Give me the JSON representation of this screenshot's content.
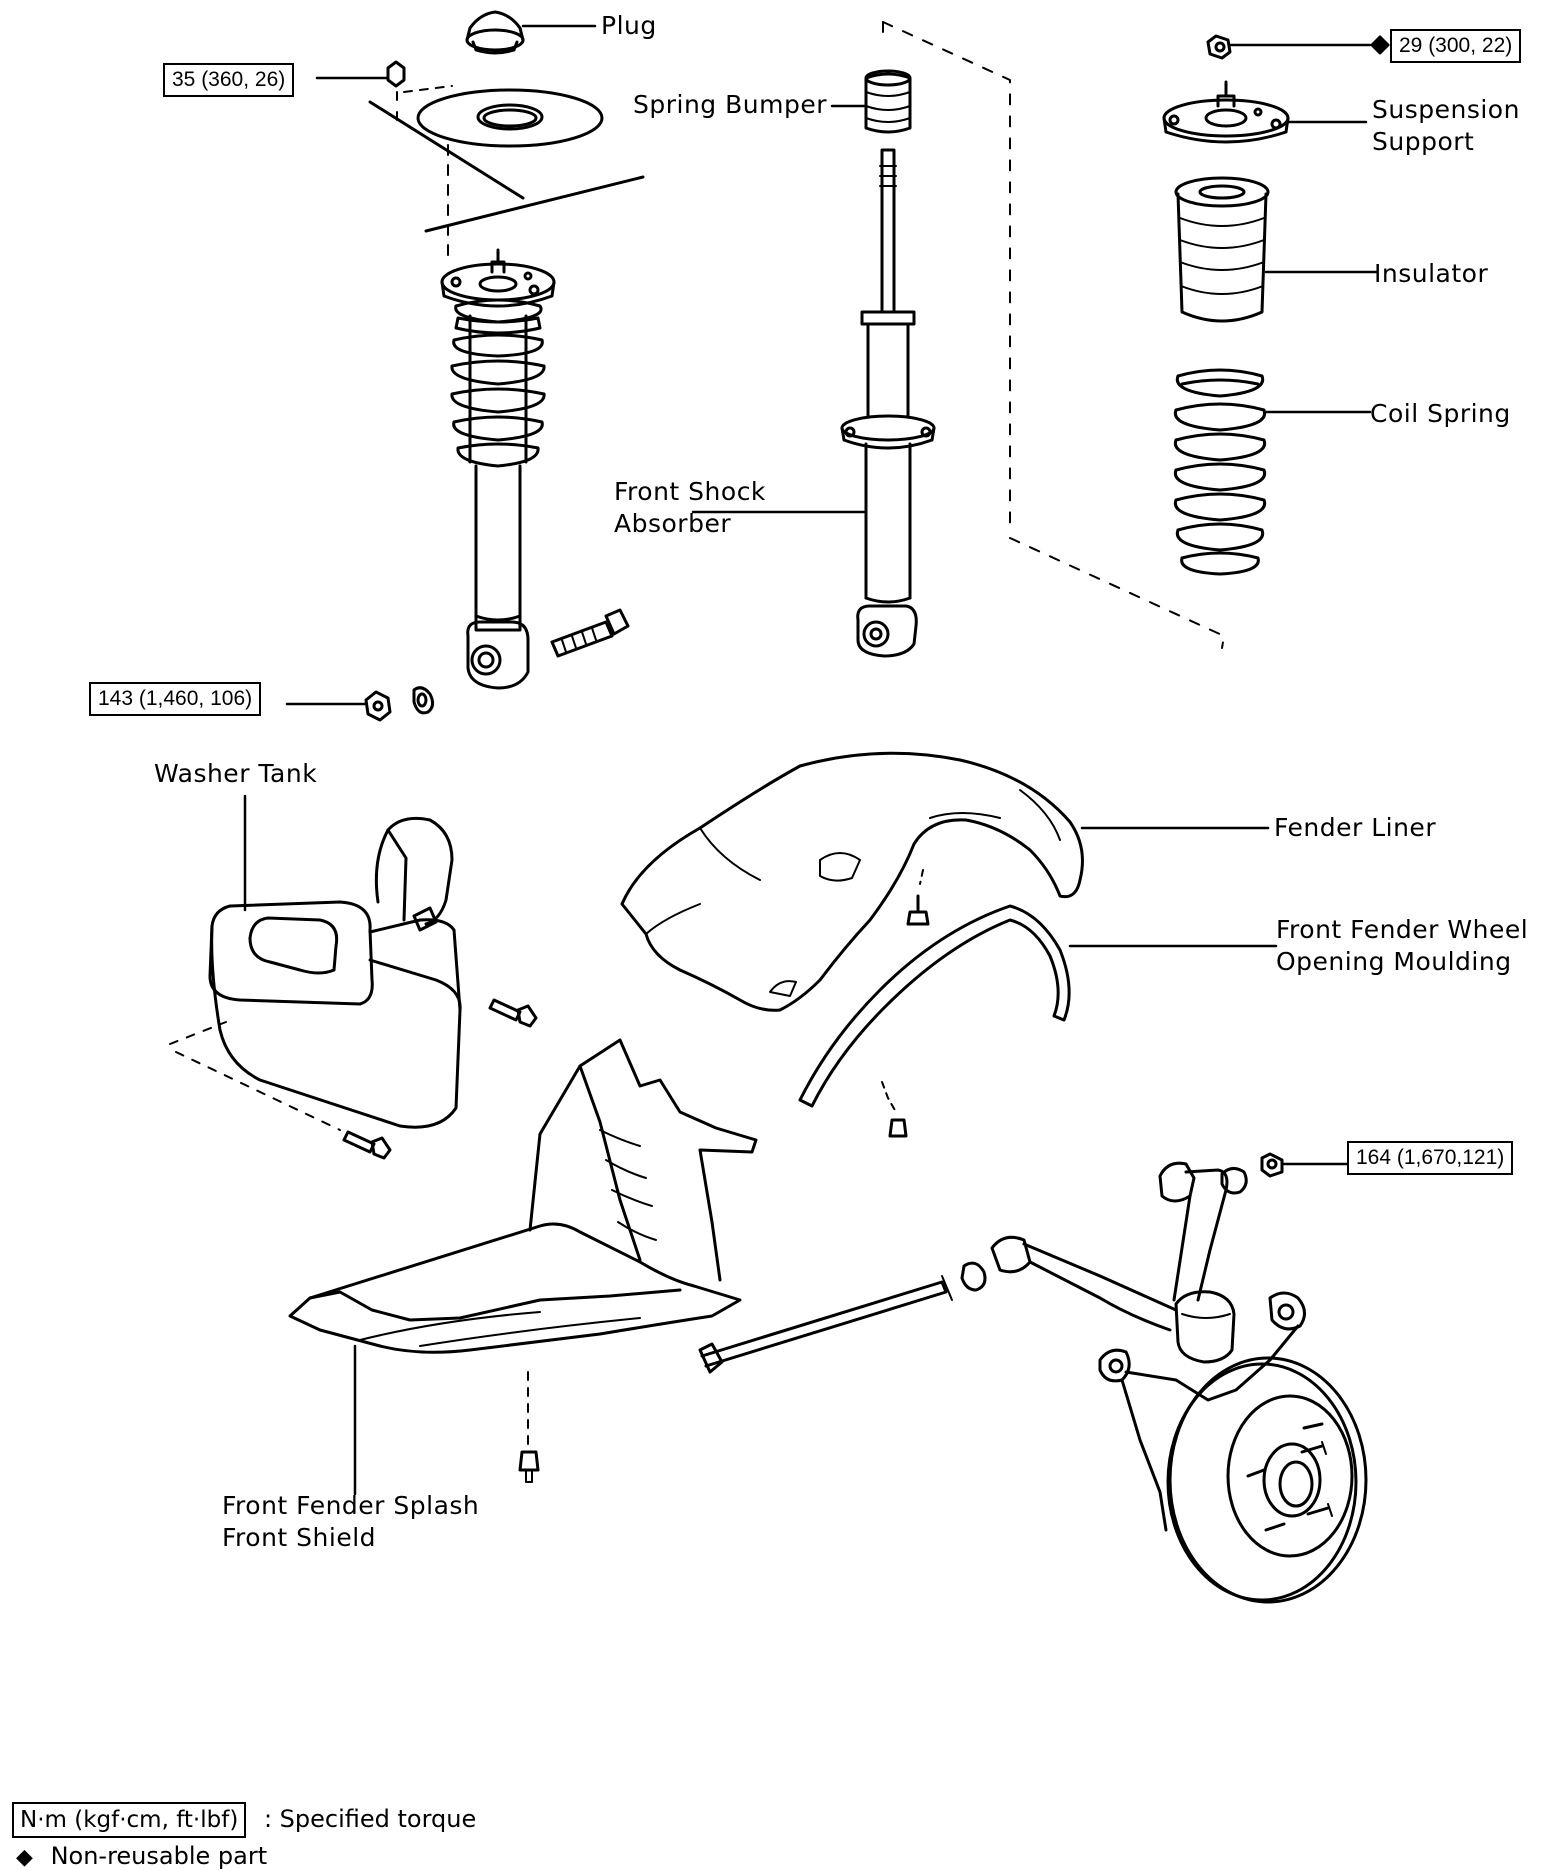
{
  "labels": {
    "plug": "Plug",
    "spring_bumper": "Spring Bumper",
    "suspension_support_1": "Suspension",
    "suspension_support_2": "Support",
    "insulator": "Insulator",
    "coil_spring": "Coil Spring",
    "front_shock_1": "Front Shock",
    "front_shock_2": "Absorber",
    "washer_tank": "Washer Tank",
    "fender_liner": "Fender Liner",
    "moulding_1": "Front Fender Wheel",
    "moulding_2": "Opening Moulding",
    "splash_1": "Front Fender Splash",
    "splash_2": "Front Shield"
  },
  "torques": {
    "t35": "35 (360, 26)",
    "t29": "29 (300, 22)",
    "t143": "143 (1,460, 106)",
    "t164": "164 (1,670,121)"
  },
  "legend": {
    "unit_box": "N·m (kgf·cm, ft·lbf)",
    "unit_text": ": Specified torque",
    "nonreusable_symbol": "◆",
    "nonreusable_text": "Non-reusable part"
  },
  "icons": {
    "nonreusable": "diamond-icon"
  }
}
